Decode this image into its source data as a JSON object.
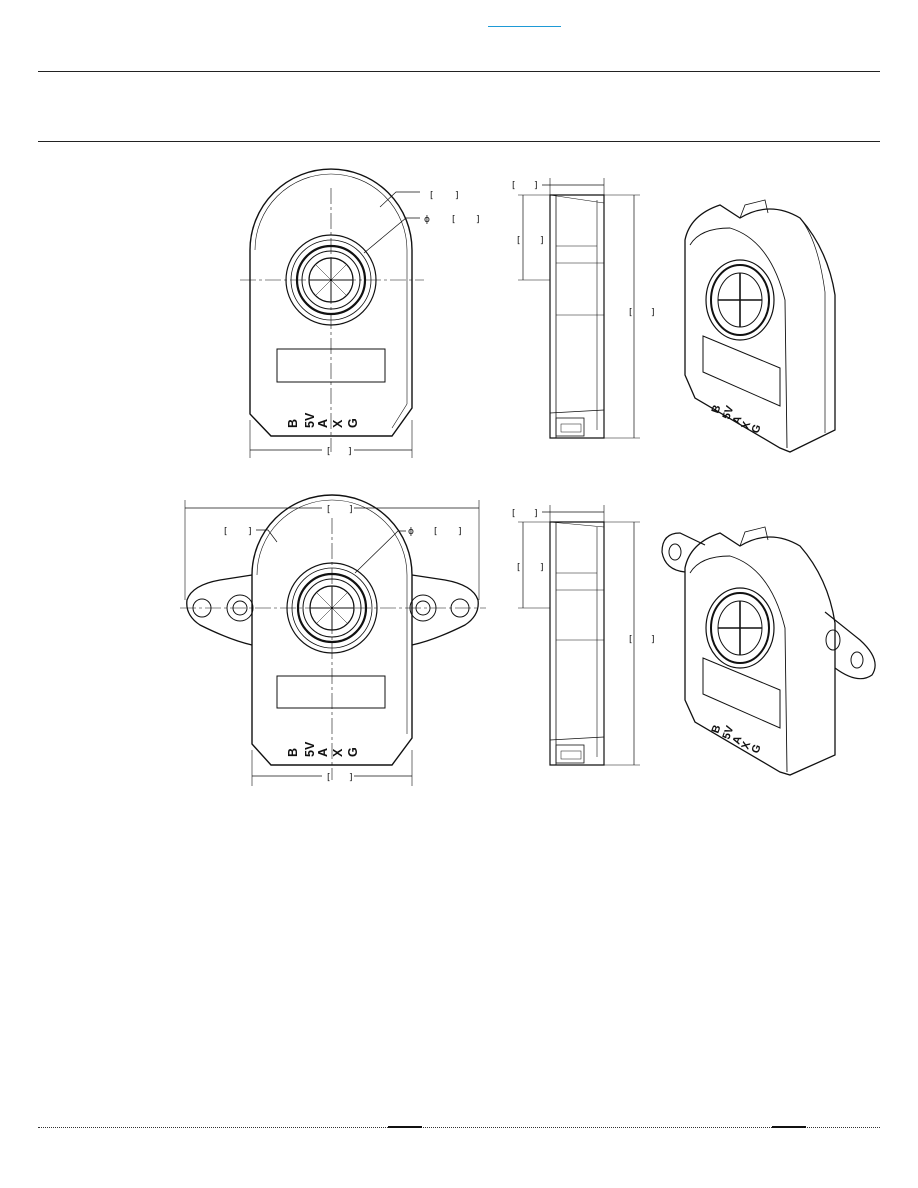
{
  "connector_pins": [
    "B",
    "5V",
    "A",
    "X",
    "G"
  ],
  "diameter_symbol": "ϕ",
  "bracket_open": "[",
  "bracket_close": "]",
  "colors": {
    "link_underline": "#1e9ad6",
    "line": "#111111"
  }
}
